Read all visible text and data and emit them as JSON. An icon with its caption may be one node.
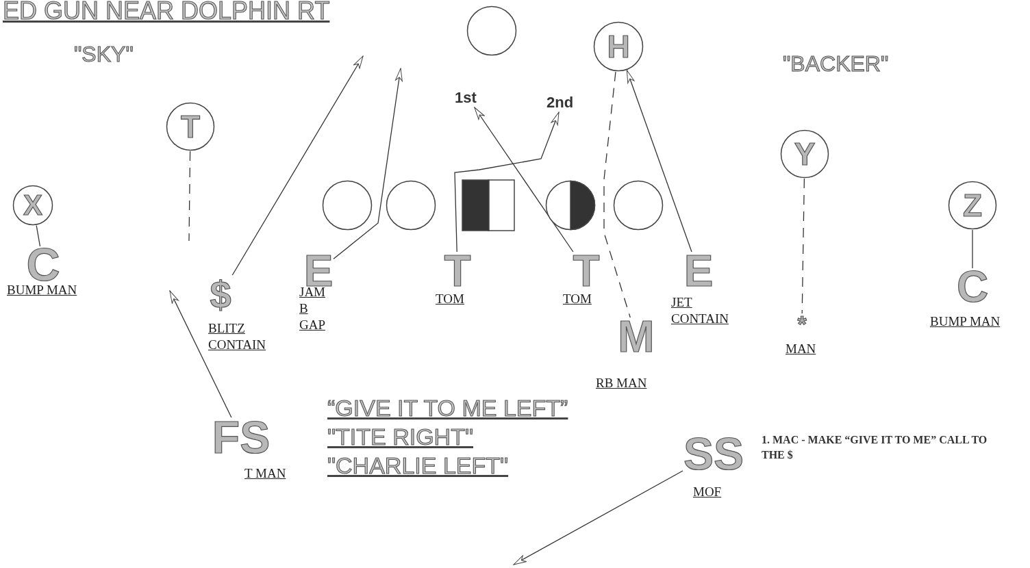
{
  "diagram": {
    "title": "ED GUN NEAR DOLPHIN RT",
    "nodes": [
      {
        "text": [],
        "shape": "circle"
      },
      {
        "text": [
          "H"
        ]
      },
      {
        "text": [
          "T"
        ]
      },
      {
        "text": [
          "Y"
        ]
      },
      {
        "text": [
          "X"
        ]
      },
      {
        "text": [],
        "shape": "circle"
      },
      {
        "text": [],
        "shape": "circle"
      },
      {
        "text": [],
        "shape": "box"
      },
      {
        "text": [],
        "shape": "circle"
      },
      {
        "text": [],
        "shape": "circle"
      },
      {
        "text": [
          "Z"
        ]
      },
      {
        "text": [
          "C"
        ],
        "beside": [
          "BUMP MAN"
        ]
      },
      {
        "text": [
          "$"
        ],
        "beside": [
          "BLITZ CONTAIN"
        ]
      },
      {
        "text": [
          "E"
        ],
        "beside": [
          "JAM B GAP"
        ]
      },
      {
        "text": [
          "T"
        ],
        "beside": [
          "TOM"
        ]
      },
      {
        "text": [
          "T"
        ],
        "beside": [
          "TOM"
        ]
      },
      {
        "text": [
          "E"
        ],
        "beside": [
          "JET CONTAIN"
        ]
      },
      {
        "text": [
          "M"
        ],
        "beside": [
          "RB MAN"
        ]
      },
      {
        "text": [
          "*"
        ],
        "beside": [
          "MAN"
        ]
      },
      {
        "text": [
          "C"
        ],
        "beside": [
          "BUMP MAN"
        ]
      },
      {
        "text": [
          "FS"
        ],
        "beside": [
          "T MAN"
        ]
      },
      {
        "text": [
          "SS"
        ],
        "beside": [
          "MOF"
        ]
      },
      {
        "text": [
          "1st"
        ]
      },
      {
        "text": [
          "2nd"
        ]
      }
    ],
    "edges": [
      {
        "from": 4,
        "to": 11,
        "arrow": "none"
      },
      {
        "from": 2,
        "to": null,
        "arrow": "none",
        "style": "dashed"
      },
      {
        "from": 1,
        "to": 17,
        "arrow": "none",
        "style": "dashed"
      },
      {
        "from": 3,
        "to": 18,
        "arrow": "none",
        "style": "dashed"
      },
      {
        "from": 10,
        "to": 19,
        "arrow": "none"
      },
      {
        "from": 12,
        "to": null,
        "arrow": "to"
      },
      {
        "from": 13,
        "to": null,
        "arrow": "to"
      },
      {
        "from": 14,
        "to": 23,
        "arrow": "to"
      },
      {
        "from": 15,
        "to": 22,
        "arrow": "to"
      },
      {
        "from": 16,
        "to": 1,
        "arrow": "to"
      },
      {
        "from": 20,
        "to": null,
        "arrow": "to"
      },
      {
        "from": 21,
        "to": null,
        "arrow": "to"
      }
    ],
    "labels": [
      "\"SKY\"",
      "\"BACKER\"",
      "“GIVE IT TO ME LEFT”",
      "\"TITE RIGHT\"",
      "\"CHARLIE LEFT\"",
      "1. MAC - MAKE “GIVE IT TO ME” CALL TO THE $"
    ]
  }
}
